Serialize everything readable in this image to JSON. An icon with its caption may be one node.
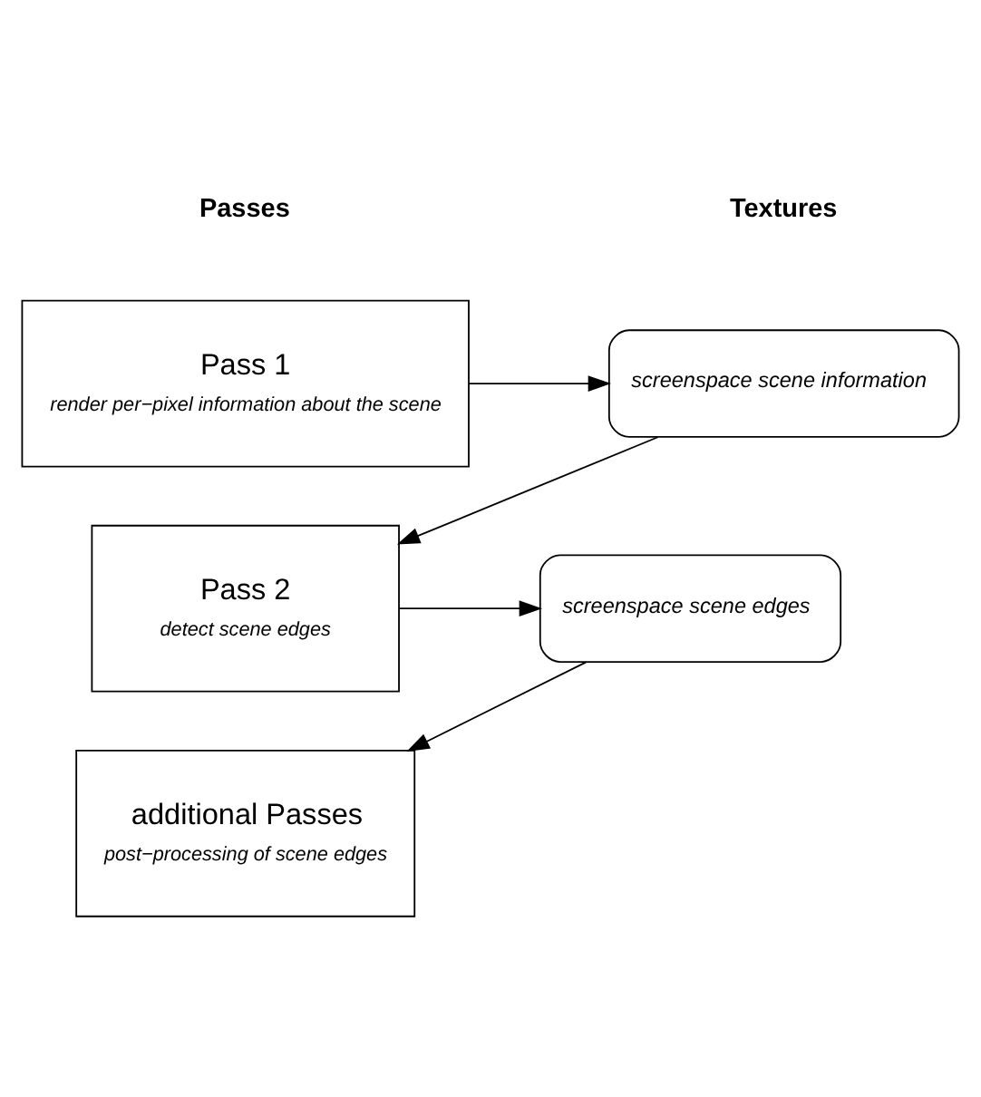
{
  "diagram": {
    "nodes": [
      {
        "text": [
          "Pass 1",
          "render per−pixel information about the scene"
        ]
      },
      {
        "text": [
          "screenspace scene information"
        ]
      },
      {
        "text": [
          "Pass 2",
          "detect scene edges"
        ]
      },
      {
        "text": [
          "screenspace scene edges"
        ]
      },
      {
        "text": [
          "additional Passes",
          "post−processing of scene edges"
        ]
      }
    ],
    "edges": [
      {
        "from": 0,
        "to": 1,
        "arrow": "to"
      },
      {
        "from": 1,
        "to": 2,
        "arrow": "to"
      },
      {
        "from": 2,
        "to": 3,
        "arrow": "to"
      },
      {
        "from": 3,
        "to": 4,
        "arrow": "to"
      }
    ],
    "labels": [
      "Passes",
      "Textures"
    ]
  }
}
